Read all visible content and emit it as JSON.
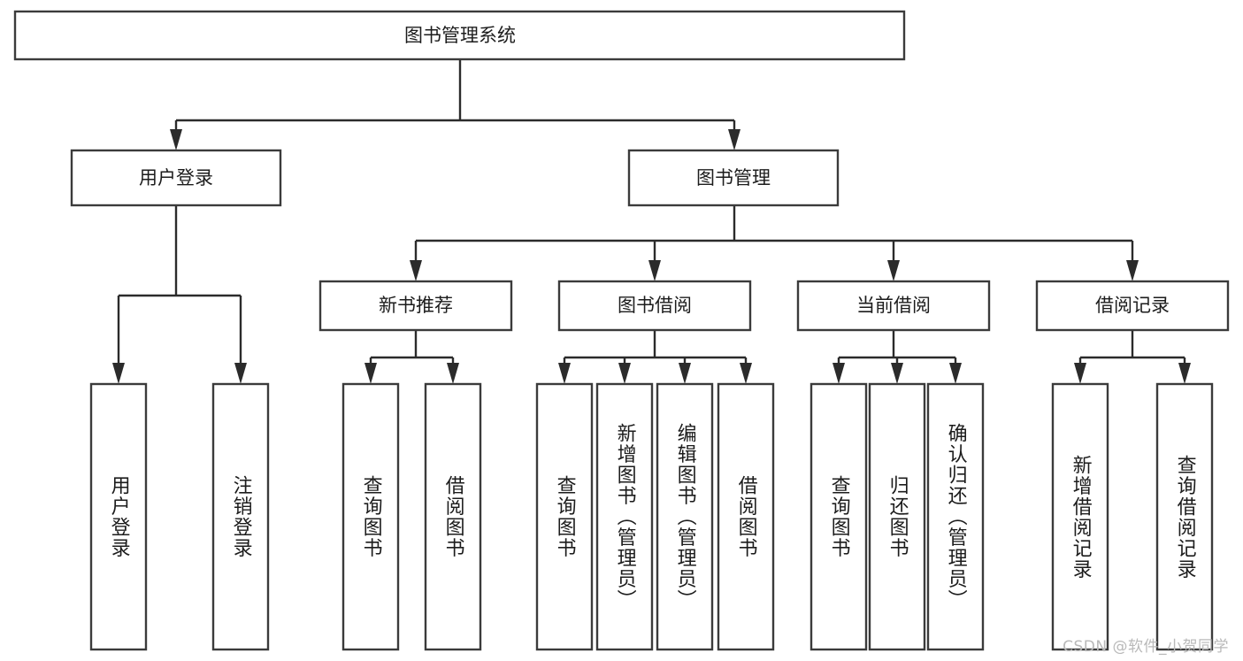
{
  "diagram": {
    "title": "图书管理系统",
    "type": "tree-hierarchy",
    "colors": {
      "box_stroke": "#3b3b3b",
      "connector": "#2b2b2b",
      "box_fill": "#ffffff",
      "text": "#1c1c1c",
      "watermark": "#b9b9b9",
      "background": "#ffffff"
    },
    "root": {
      "label": "图书管理系统"
    },
    "level2": [
      {
        "label": "用户登录"
      },
      {
        "label": "图书管理"
      }
    ],
    "level3": [
      {
        "label": "新书推荐"
      },
      {
        "label": "图书借阅"
      },
      {
        "label": "当前借阅"
      },
      {
        "label": "借阅记录"
      }
    ],
    "leaves": {
      "user_login": [
        {
          "label": "用户登录"
        },
        {
          "label": "注销登录"
        }
      ],
      "new_book_recommend": [
        {
          "label": "查询图书"
        },
        {
          "label": "借阅图书"
        }
      ],
      "book_borrow": [
        {
          "label": "查询图书"
        },
        {
          "label": "新增图书（管理员）"
        },
        {
          "label": "编辑图书（管理员）"
        },
        {
          "label": "借阅图书"
        }
      ],
      "current_borrow": [
        {
          "label": "查询图书"
        },
        {
          "label": "归还图书"
        },
        {
          "label": "确认归还（管理员）"
        }
      ],
      "borrow_record": [
        {
          "label": "新增借阅记录"
        },
        {
          "label": "查询借阅记录"
        }
      ]
    }
  },
  "watermark": {
    "text": "CSDN @软件_小贺同学"
  }
}
